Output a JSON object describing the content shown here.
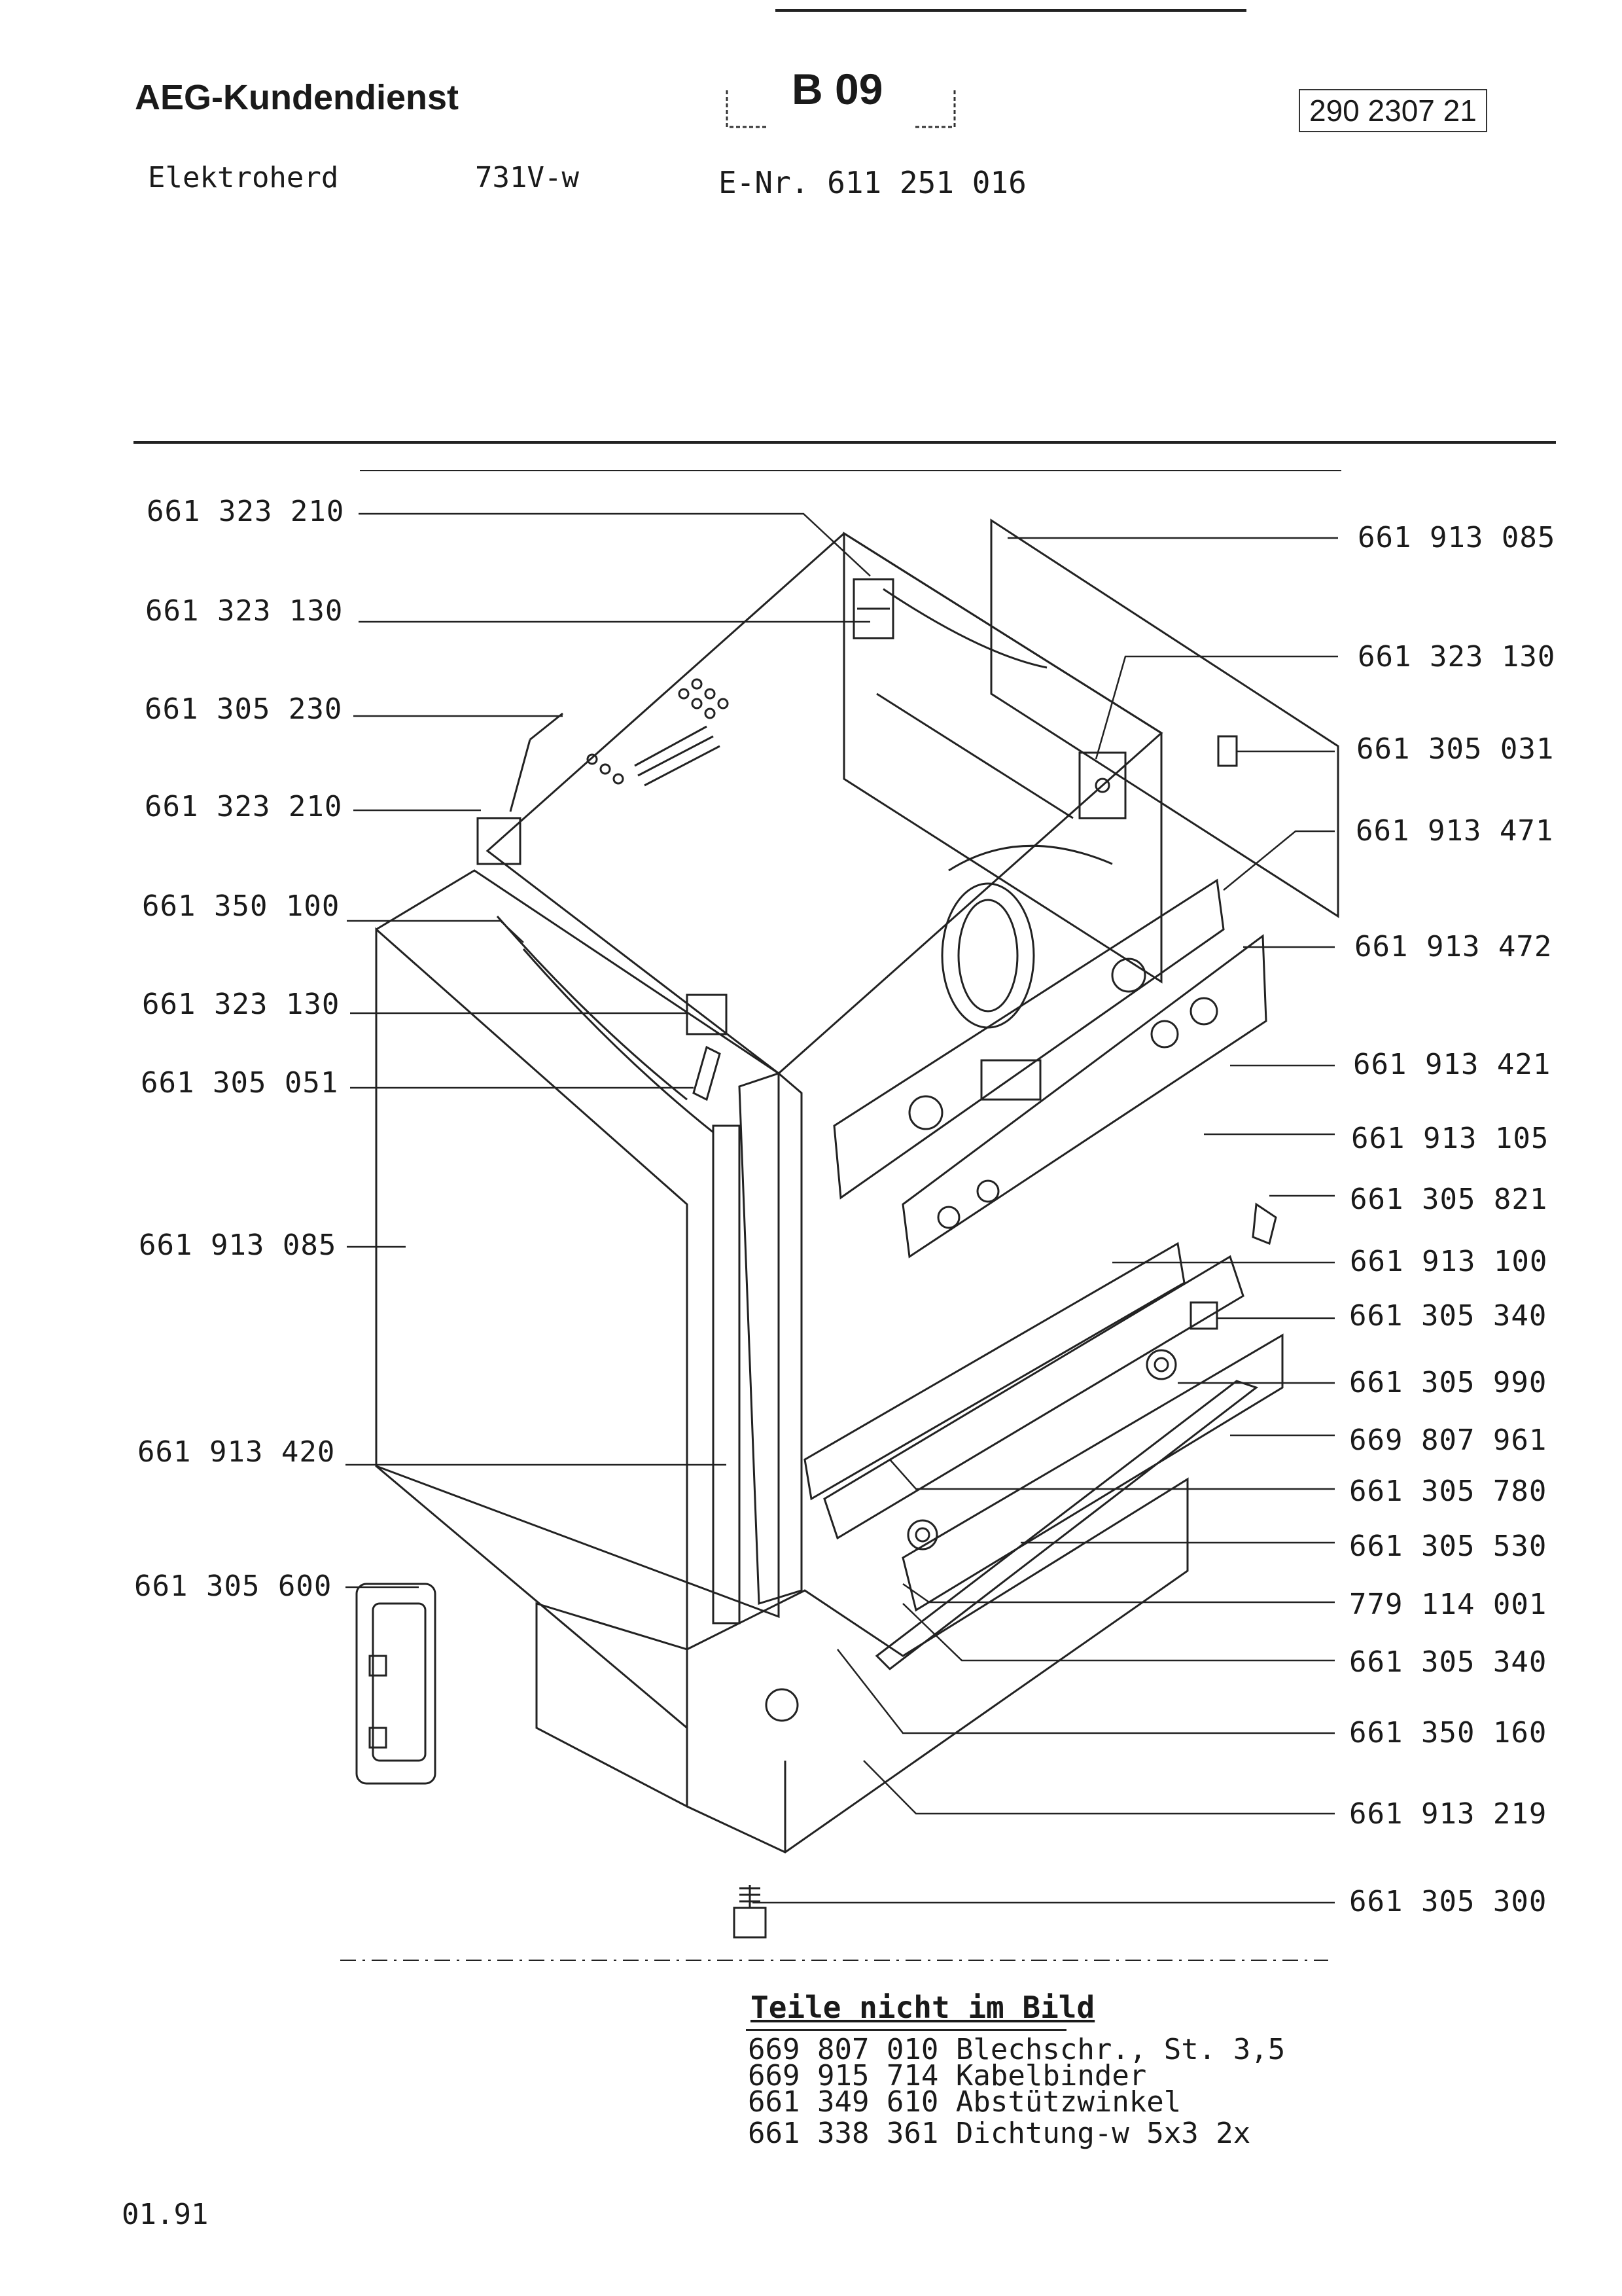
{
  "header": {
    "brand": "AEG-Kundendienst",
    "section_code": "B 09",
    "doc_number": "290 2307 21",
    "product": "Elektroherd",
    "model": "731V-w",
    "enr": "E-Nr. 611 251 016"
  },
  "labels_left": [
    "661 323 210",
    "661 323 130",
    "661 305 230",
    "661 323 210",
    "661 350 100",
    "661 323 130",
    "661 305 051",
    "661 913 085",
    "661 913 420",
    "661 305 600"
  ],
  "labels_right": [
    "661 913 085",
    "661 323 130",
    "661 305 031",
    "661 913 471",
    "661 913 472",
    "661 913 421",
    "661 913 105",
    "661 305 821",
    "661 913 100",
    "661 305 340",
    "661 305 990",
    "669 807 961",
    "661 305 780",
    "661 305 530",
    "779 114 001",
    "661 305 340",
    "661 350 160",
    "661 913 219",
    "661 305 300"
  ],
  "not_pictured": {
    "title": "Teile nicht im Bild",
    "items": [
      {
        "number": "669 807 010",
        "desc": "Blechschr., St. 3,5"
      },
      {
        "number": "669 915 714",
        "desc": "Kabelbinder"
      },
      {
        "number": "661 349 610",
        "desc": "Abstützwinkel"
      },
      {
        "number": "661 338 361",
        "desc": "Dichtung-w 5x3  2x"
      }
    ]
  },
  "footer": {
    "date": "01.91"
  }
}
